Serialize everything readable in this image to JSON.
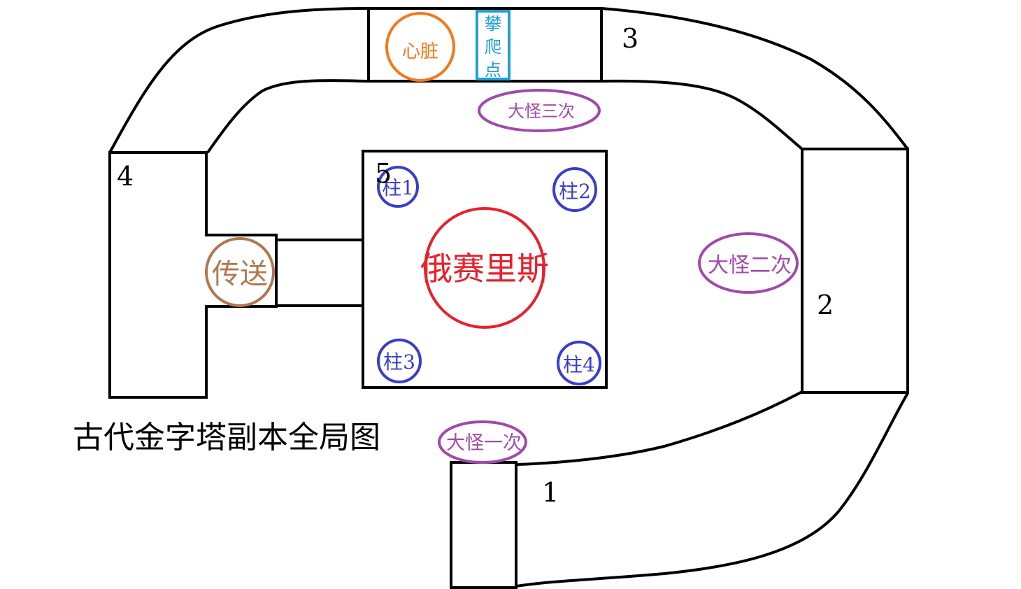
{
  "title": "古代金字塔副本全局图",
  "zones": {
    "zone1": "1",
    "zone2": "2",
    "zone3": "3",
    "zone4": "4",
    "zone5": "5"
  },
  "boss": "俄赛里斯",
  "heart": "心脏",
  "climb": {
    "line1": "攀",
    "line2": "爬",
    "line3": "点"
  },
  "teleport": "传送",
  "pillars": {
    "p1": "柱1",
    "p2": "柱2",
    "p3": "柱3",
    "p4": "柱4"
  },
  "monsters": {
    "first": "大怪一次",
    "second": "大怪二次",
    "third": "大怪三次"
  },
  "colors": {
    "outline": "#000000",
    "boss": "#e8202a",
    "heart": "#f07a1c",
    "climb": "#1e9fd8",
    "teleport": "#b07850",
    "pillar": "#3a3ec8",
    "monster": "#a04aaa"
  }
}
